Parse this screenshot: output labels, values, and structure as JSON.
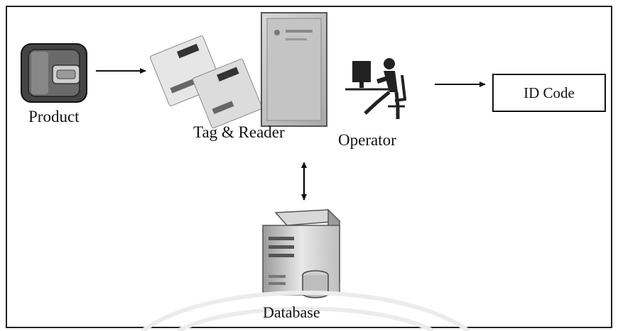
{
  "nodes": {
    "product": {
      "label": "Product",
      "icon": "product-box-icon"
    },
    "tag_reader": {
      "label": "Tag & Reader",
      "icon": "rfid-tag-reader-icon"
    },
    "operator": {
      "label": "Operator",
      "icon": "operator-at-computer-icon"
    },
    "id_code": {
      "label": "ID Code"
    },
    "database": {
      "label": "Database",
      "icon": "database-server-icon"
    }
  },
  "edges": [
    {
      "from": "product",
      "to": "tag_reader",
      "direction": "forward"
    },
    {
      "from": "operator",
      "to": "id_code",
      "direction": "forward"
    },
    {
      "from": "tag_reader",
      "to": "database",
      "direction": "both"
    }
  ]
}
